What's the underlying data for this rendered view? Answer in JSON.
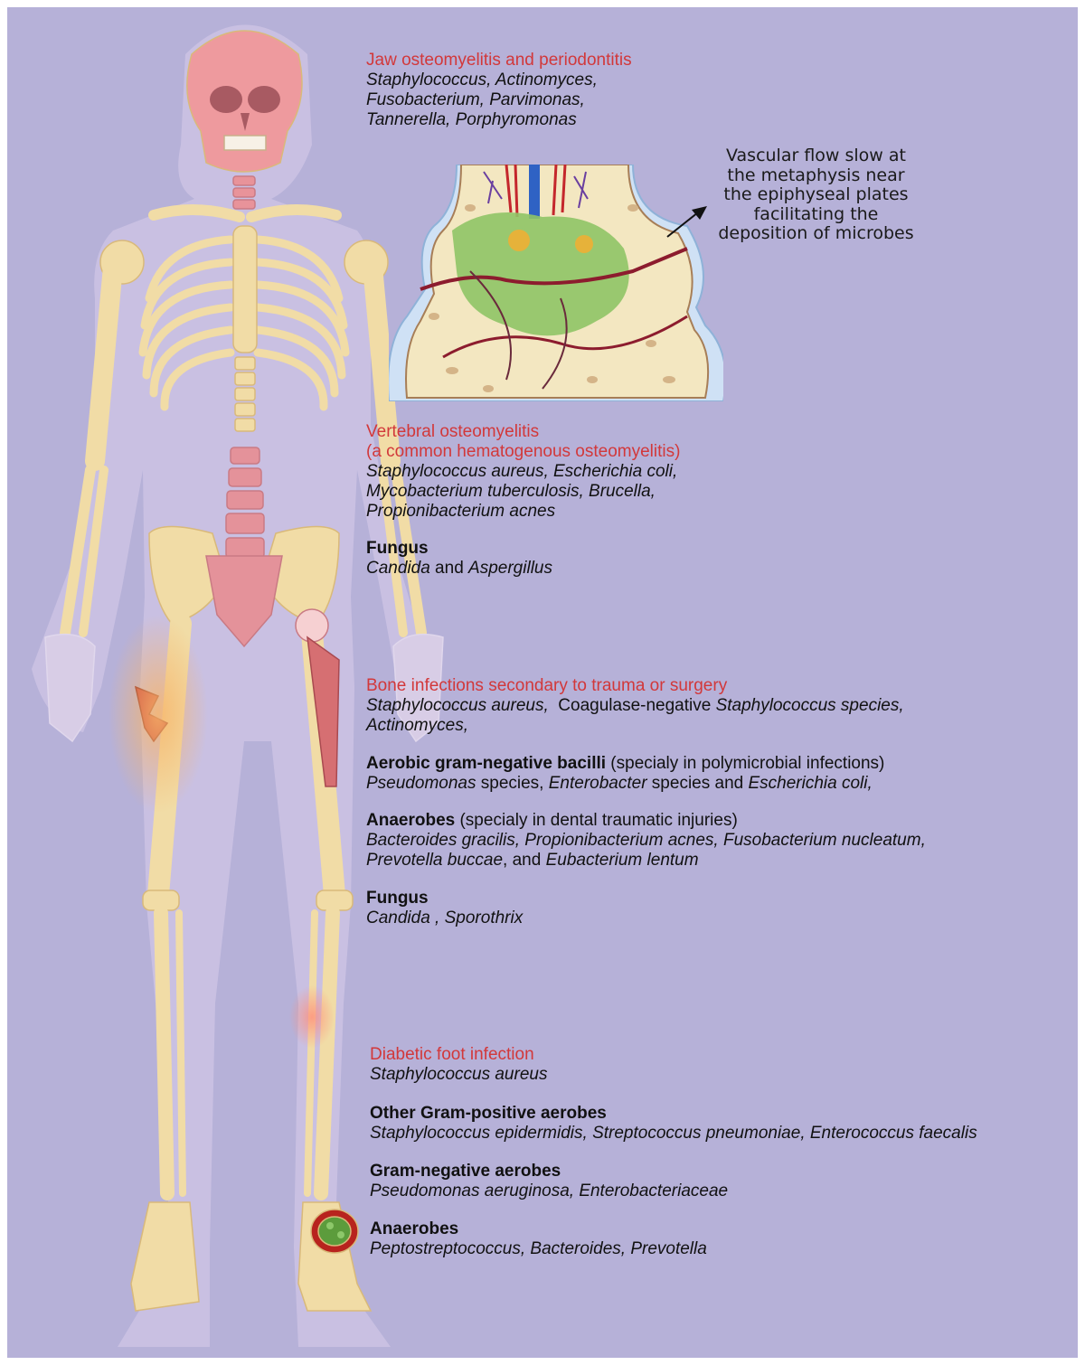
{
  "callout": {
    "lines": [
      "Vascular flow slow at",
      "the metaphysis near",
      "the epiphyseal plates",
      "facilitating the",
      "deposition of microbes"
    ]
  },
  "jaw": {
    "heading": "Jaw osteomyelitis and periodontitis",
    "line1": "Staphylococcus,   Actinomyces,",
    "line2": "Fusobacterium, Parvimonas,",
    "line3": "Tannerella, Porphyromonas"
  },
  "vertebral": {
    "heading1": "Vertebral osteomyelitis",
    "heading2": "(a common hematogenous osteomyelitis)",
    "line1": "Staphylococcus aureus, Escherichia coli,",
    "line2": "Mycobacterium tuberculosis, Brucella,",
    "line3": "Propionibacterium acnes",
    "fungus_title": "Fungus",
    "fungus_a": "Candida",
    "fungus_and": " and ",
    "fungus_b": "Aspergillus"
  },
  "trauma": {
    "heading": "Bone infections secondary to trauma or surgery",
    "l1a": "Staphylococcus aureus,",
    "l1b": "  Coagulase-negative ",
    "l1c": "Staphylococcus species,",
    "l2": "Actinomyces,",
    "aerobic_title": "Aerobic gram-negative bacilli",
    "aerobic_note": " (specialy in polymicrobial infections)",
    "ae_a": "Pseudomonas",
    "ae_b": " species, ",
    "ae_c": "Enterobacter",
    "ae_d": " species and ",
    "ae_e": "Escherichia coli,",
    "anaerobes_title": "Anaerobes",
    "anaerobes_note": " (specialy in dental traumatic injuries)",
    "an_line1": "Bacteroides gracilis, Propionibacterium acnes, Fusobacterium nucleatum,",
    "an_a": "Prevotella buccae",
    "an_b": ", and ",
    "an_c": "Eubacterium lentum",
    "fungus_title": "Fungus",
    "fungus_line": "Candida , Sporothrix"
  },
  "diabetic": {
    "heading": "Diabetic foot infection",
    "line1": "Staphylococcus aureus",
    "gp_title": "Other Gram-positive aerobes",
    "gp_line": "Staphylococcus epidermidis, Streptococcus pneumoniae, Enterococcus faecalis",
    "gn_title": "Gram-negative aerobes",
    "gn_line": "Pseudomonas aeruginosa, Enterobacteriaceae",
    "an_title": "Anaerobes",
    "an_line": "Peptostreptococcus, Bacteroides, Prevotella"
  },
  "colors": {
    "background": "#b6b1d8",
    "heading": "#d2383a",
    "bone": "#f1dca6",
    "infected_bone": "#e4929a",
    "body_outline": "#d8cde6"
  },
  "icons": [
    "skeleton-illustration",
    "bone-cross-section-inset",
    "hip-implant",
    "bone-fracture",
    "foot-ulcer",
    "callout-arrow"
  ]
}
